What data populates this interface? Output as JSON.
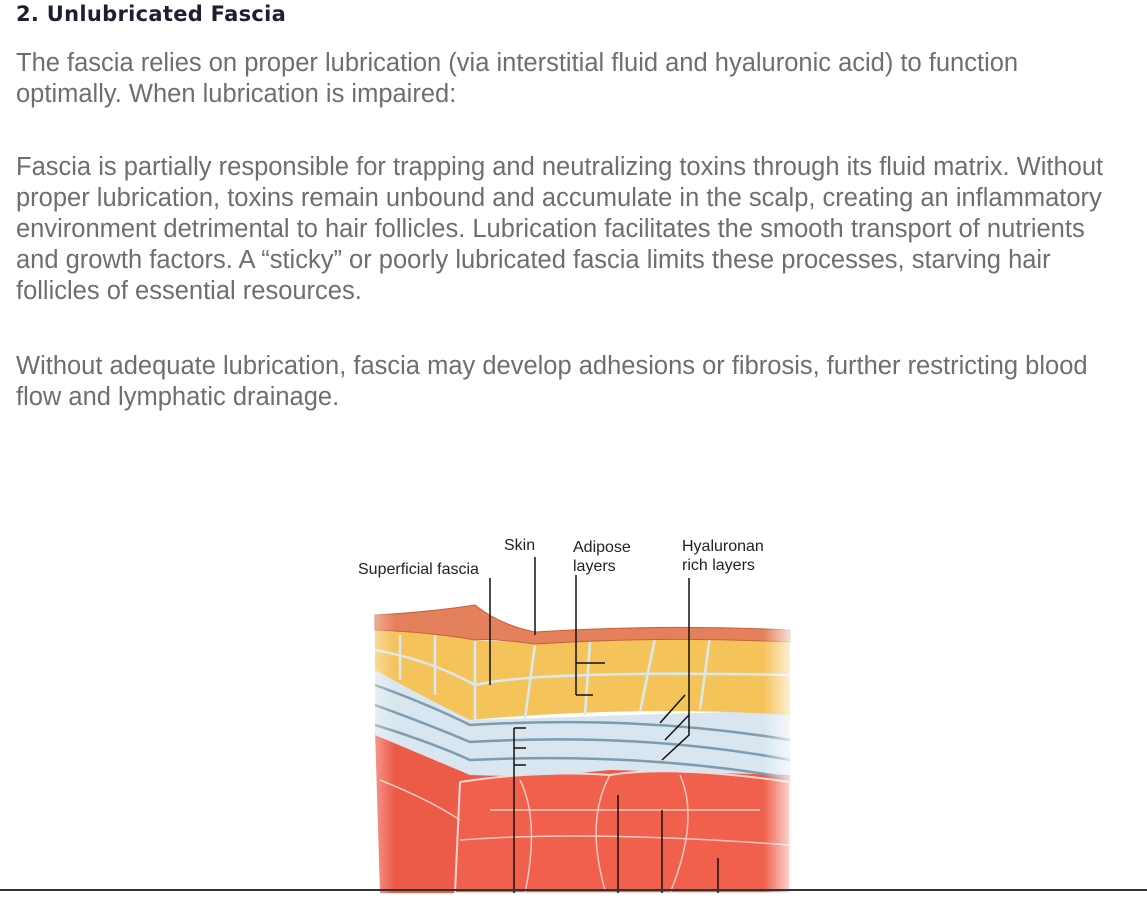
{
  "heading": "2. Unlubricated Fascia",
  "paragraphs": [
    "The fascia relies on proper lubrication (via interstitial fluid and hyaluronic acid) to function optimally. When lubrication is impaired:",
    "Fascia is partially responsible for trapping and neutralizing toxins through its fluid matrix. Without proper lubrication, toxins remain unbound and accumulate in the scalp, creating an inflammatory environment detrimental to hair follicles. Lubrication facilitates the smooth transport of nutrients and growth factors. A “sticky” or poorly lubricated fascia limits these processes, starving hair follicles of essential resources.",
    "Without adequate lubrication, fascia may develop adhesions or fibrosis, further restricting blood flow and lymphatic drainage."
  ],
  "figure": {
    "labels": {
      "superficial_fascia": "Superficial fascia",
      "skin": "Skin",
      "adipose_line1": "Adipose",
      "adipose_line2": "layers",
      "hyaluronan_line1": "Hyaluronan",
      "hyaluronan_line2": "rich layers"
    }
  }
}
